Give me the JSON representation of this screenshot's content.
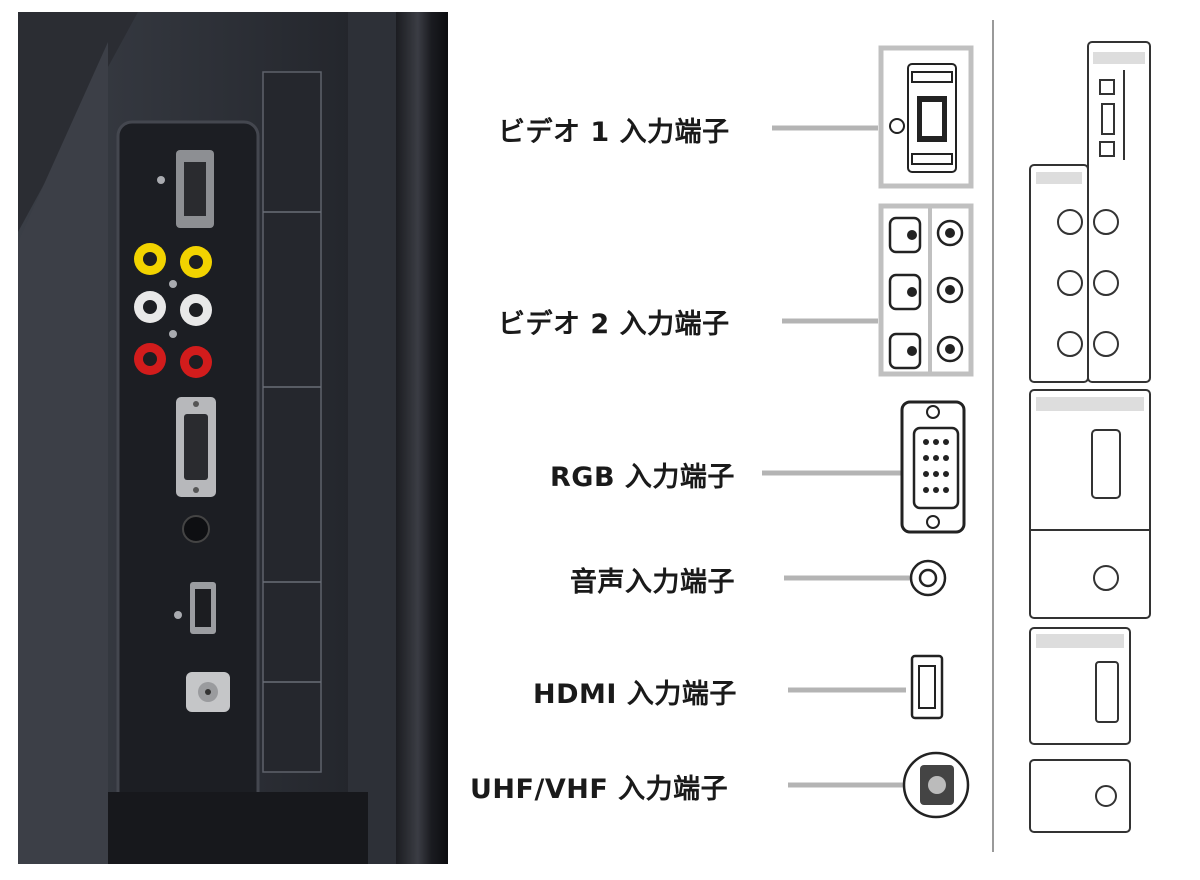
{
  "labels": [
    "ビデオ 1 入力端子",
    "ビデオ 2 入力端子",
    "RGB 入力端子",
    "音声入力端子",
    "HDMI 入力端子",
    "UHF/VHF 入力端子"
  ],
  "colors": {
    "leader_line": "#b4b4b4",
    "rca_yellow": "#f2d300",
    "rca_white": "#e8e8e8",
    "rca_red": "#d21c1c",
    "panel_dark": "#2a2d33"
  }
}
